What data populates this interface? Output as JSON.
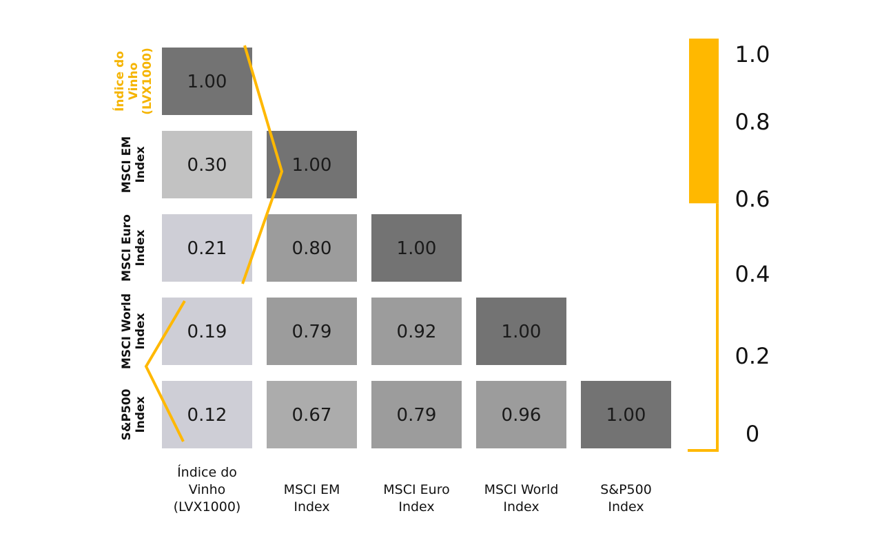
{
  "chart_data": {
    "type": "heatmap",
    "title": "",
    "xlabel": "",
    "ylabel": "",
    "rows": [
      [
        "Índice do",
        "Vinho",
        "(LVX1000)"
      ],
      [
        "MSCI EM",
        "Index"
      ],
      [
        "MSCI Euro",
        "Index"
      ],
      [
        "MSCI World",
        "Index"
      ],
      [
        "S&P500",
        "Index"
      ]
    ],
    "columns": [
      [
        "Índice do",
        "Vinho",
        "(LVX1000)"
      ],
      [
        "MSCI EM",
        "Index"
      ],
      [
        "MSCI Euro",
        "Index"
      ],
      [
        "MSCI World",
        "Index"
      ],
      [
        "S&P500",
        "Index"
      ]
    ],
    "highlight_row_index": 0,
    "values": [
      [
        1.0
      ],
      [
        0.3,
        1.0
      ],
      [
        0.21,
        0.8,
        1.0
      ],
      [
        0.19,
        0.79,
        0.92,
        1.0
      ],
      [
        0.12,
        0.67,
        0.79,
        0.96,
        1.0
      ]
    ],
    "value_labels": [
      [
        "1.00"
      ],
      [
        "0.30",
        "1.00"
      ],
      [
        "0.21",
        "0.80",
        "1.00"
      ],
      [
        "0.19",
        "0.79",
        "0.92",
        "1.00"
      ],
      [
        "0.12",
        "0.67",
        "0.79",
        "0.96",
        "1.00"
      ]
    ],
    "color_scale": {
      "ticks": [
        "1.0",
        "0.8",
        "0.6",
        "0.4",
        "0.2",
        "0"
      ],
      "fill_from": 0.6,
      "fill_to": 1.0,
      "accent_color": "#FFB800",
      "label_color": "#F5B400"
    },
    "cell_colors": {
      "diagonal": "#737373",
      "high": "#9C9C9C",
      "mid": "#ACACAC",
      "low_mid": "#C2C2C2",
      "low": "#CECED6"
    }
  }
}
